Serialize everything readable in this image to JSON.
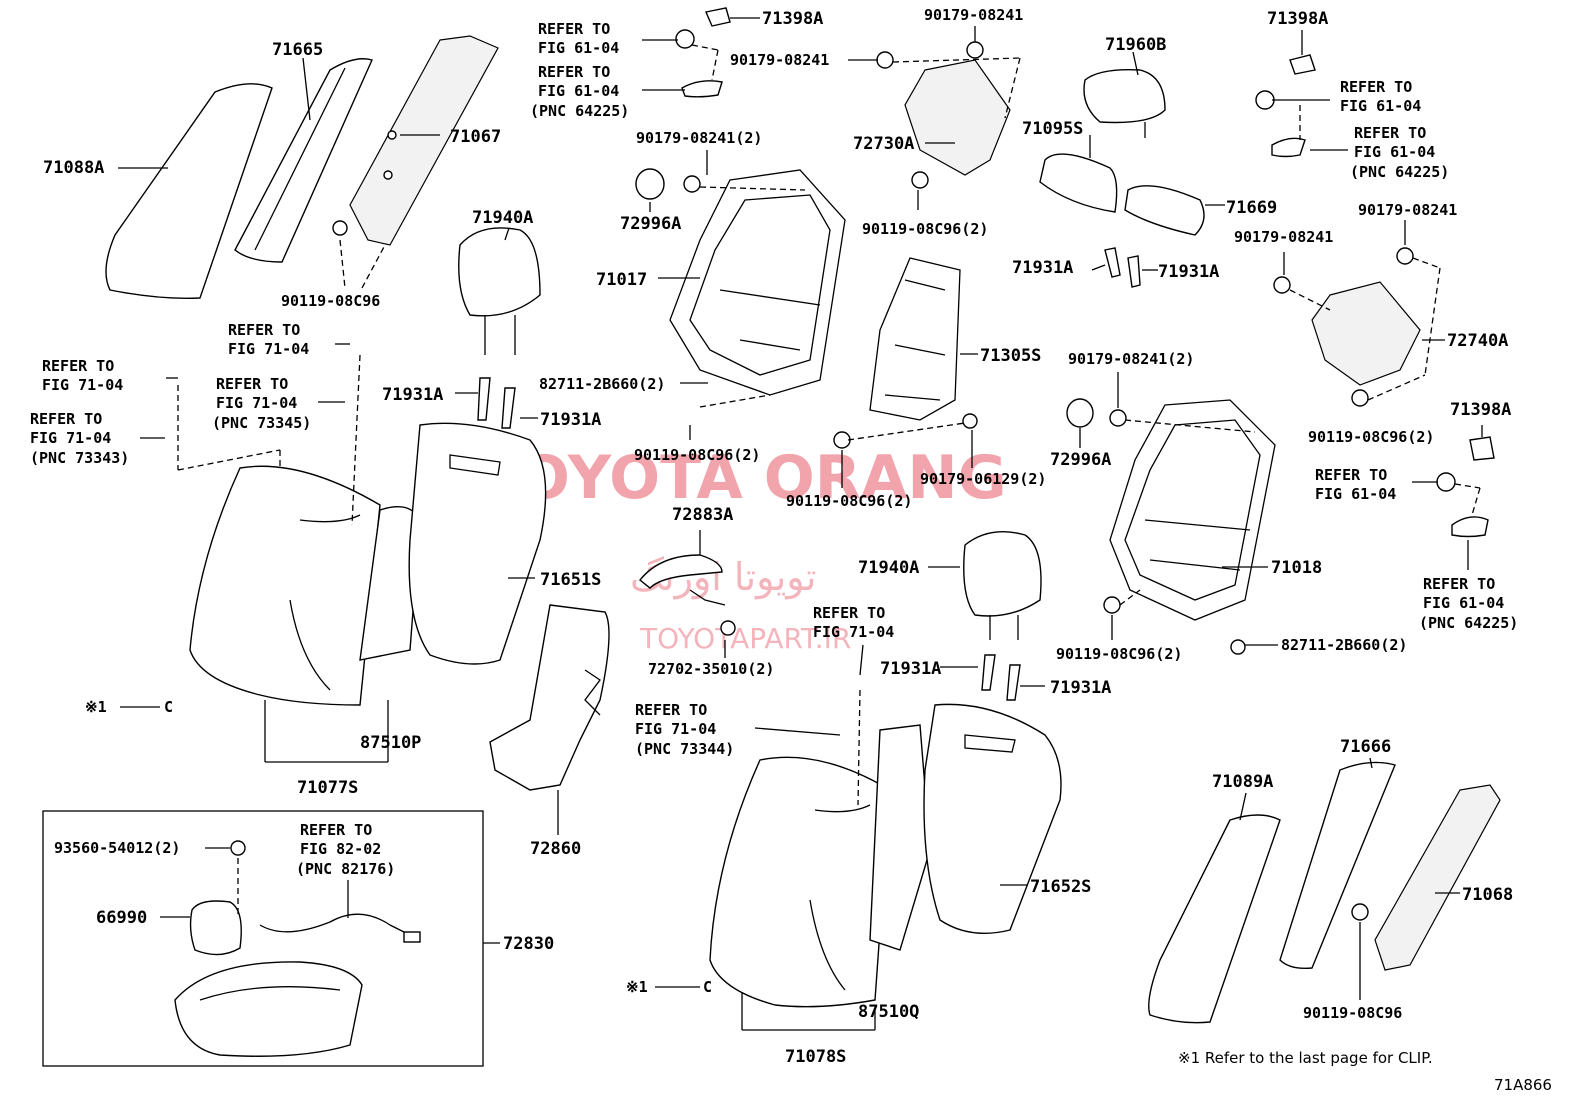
{
  "watermark": {
    "brand": "TOYOTA ORANG",
    "arabic": "تویوتا اورنگ",
    "site": "TOYOTAPART.IR"
  },
  "labels": {
    "p71088A": "71088A",
    "p71665": "71665",
    "p71067": "71067",
    "p90119_08C96_a": "90119-08C96",
    "p71398A_a": "71398A",
    "p90179_08241_a": "90179-08241",
    "p90179_08241_b": "90179-08241",
    "p72730A": "72730A",
    "p90119_08C96_2a": "90119-08C96(2)",
    "p71960B": "71960B",
    "p71095S": "71095S",
    "p71669": "71669",
    "p71398A_b": "71398A",
    "p90179_08241_2a": "90179-08241(2)",
    "p72996A_a": "72996A",
    "p71017": "71017",
    "p71940A_a": "71940A",
    "p71931A_a": "71931A",
    "p71931A_b": "71931A",
    "p82711_a": "82711-2B660(2)",
    "p90119_08C96_2b": "90119-08C96(2)",
    "p71305S": "71305S",
    "p71931A_c": "71931A",
    "p71931A_d": "71931A",
    "p90179_08241_c": "90179-08241",
    "p90179_08241_d": "90179-08241",
    "p72740A": "72740A",
    "p90119_08C96_2c": "90119-08C96(2)",
    "p90179_06129": "90179-06129(2)",
    "p90179_08241_2b": "90179-08241(2)",
    "p72996A_b": "72996A",
    "p71398A_c": "71398A",
    "p71651S": "71651S",
    "p72883A": "72883A",
    "p71940A_b": "71940A",
    "p71018": "71018",
    "p90119_08C96_2d": "90119-08C96(2)",
    "p82711_b": "82711-2B660(2)",
    "p72702": "72702-35010(2)",
    "p71931A_e": "71931A",
    "p71931A_f": "71931A",
    "p87510P": "87510P",
    "p71077S": "71077S",
    "p72860": "72860",
    "p93560": "93560-54012(2)",
    "p66990": "66990",
    "p72830": "72830",
    "p71652S": "71652S",
    "p87510Q": "87510Q",
    "p71078S": "71078S",
    "p71089A": "71089A",
    "p71666": "71666",
    "p71068": "71068",
    "p90119_08C96_b": "90119-08C96",
    "clip_mark_a": "※1",
    "clip_mark_b": "※1"
  },
  "refs": {
    "r1": [
      "REFER TO",
      "FIG 61-04"
    ],
    "r2": [
      "REFER TO",
      "FIG 61-04",
      "(PNC 64225)"
    ],
    "r3": [
      "REFER TO",
      "FIG 61-04"
    ],
    "r4": [
      "REFER TO",
      "FIG 61-04",
      "(PNC 64225)"
    ],
    "r5": [
      "REFER TO",
      "FIG 71-04"
    ],
    "r6": [
      "REFER TO",
      "FIG 71-04"
    ],
    "r7": [
      "REFER TO",
      "FIG 71-04",
      "(PNC 73345)"
    ],
    "r8": [
      "REFER TO",
      "FIG 71-04",
      "(PNC 73343)"
    ],
    "r9": [
      "REFER TO",
      "FIG 61-04"
    ],
    "r10": [
      "REFER TO",
      "FIG 61-04",
      "(PNC 64225)"
    ],
    "r11": [
      "REFER TO",
      "FIG 71-04"
    ],
    "r12": [
      "REFER TO",
      "FIG 71-04",
      "(PNC 73344)"
    ],
    "r13": [
      "REFER TO",
      "FIG 82-02",
      "(PNC 82176)"
    ]
  },
  "footnote": "※1 Refer to the last page for CLIP.",
  "figure_code": "71A866"
}
